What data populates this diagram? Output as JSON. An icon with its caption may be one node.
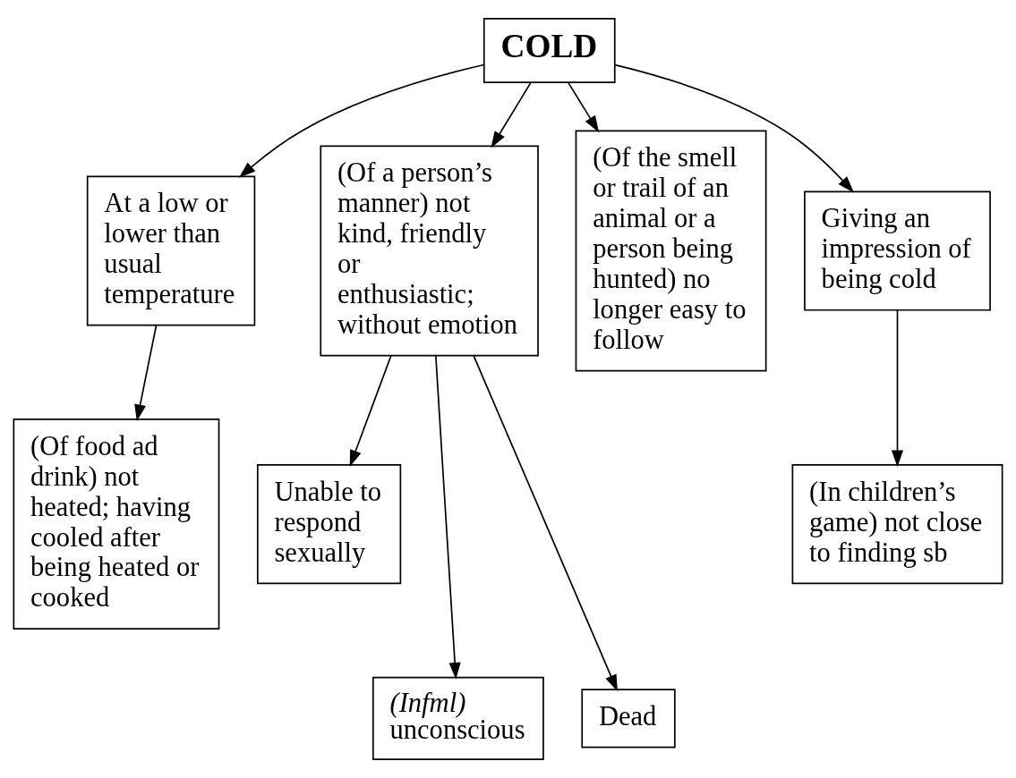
{
  "diagram": {
    "nodes": [
      {
        "text": [
          "COLD"
        ]
      },
      {
        "text": [
          "At a low or lower than usual temperature"
        ]
      },
      {
        "text": [
          "(Of a person’s manner) not kind, friendly or enthusiastic; without emotion"
        ]
      },
      {
        "text": [
          "(Of the smell or trail of an animal or a person being hunted) no longer easy to follow"
        ]
      },
      {
        "text": [
          "Giving an impression of being cold"
        ]
      },
      {
        "text": [
          "(Of food ad drink) not heated; having cooled after being heated or cooked"
        ]
      },
      {
        "text": [
          "Unable to respond sexually"
        ]
      },
      {
        "text": [
          "(In children’s game) not close to finding sb"
        ]
      },
      {
        "text": [
          "*(Infml)* unconscious"
        ]
      },
      {
        "text": [
          "Dead"
        ]
      }
    ],
    "edges": [
      {
        "from": 0,
        "to": 1,
        "arrow": "to"
      },
      {
        "from": 0,
        "to": 2,
        "arrow": "to"
      },
      {
        "from": 0,
        "to": 3,
        "arrow": "to"
      },
      {
        "from": 0,
        "to": 4,
        "arrow": "to"
      },
      {
        "from": 1,
        "to": 5,
        "arrow": "to"
      },
      {
        "from": 2,
        "to": 6,
        "arrow": "to"
      },
      {
        "from": 2,
        "to": 8,
        "arrow": "to"
      },
      {
        "from": 2,
        "to": 9,
        "arrow": "to"
      },
      {
        "from": 4,
        "to": 7,
        "arrow": "to"
      }
    ]
  }
}
